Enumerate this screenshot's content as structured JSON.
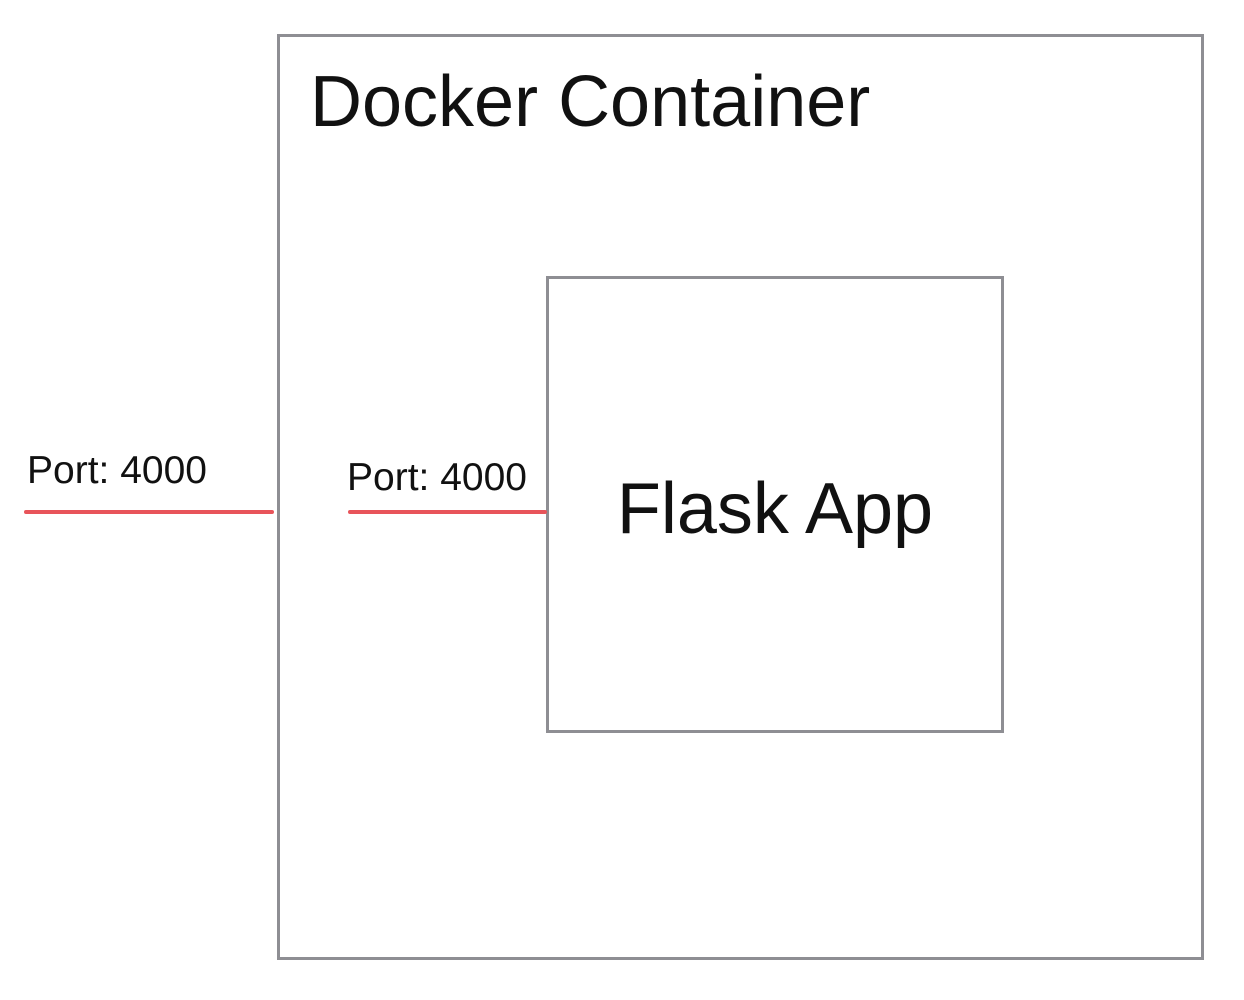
{
  "container": {
    "title": "Docker Container"
  },
  "app": {
    "label": "Flask App"
  },
  "ports": {
    "outer_label": "Port: 4000",
    "inner_label": "Port: 4000"
  },
  "colors": {
    "box_border": "#8e8e93",
    "port_line": "#e8545a",
    "text": "#111111"
  }
}
